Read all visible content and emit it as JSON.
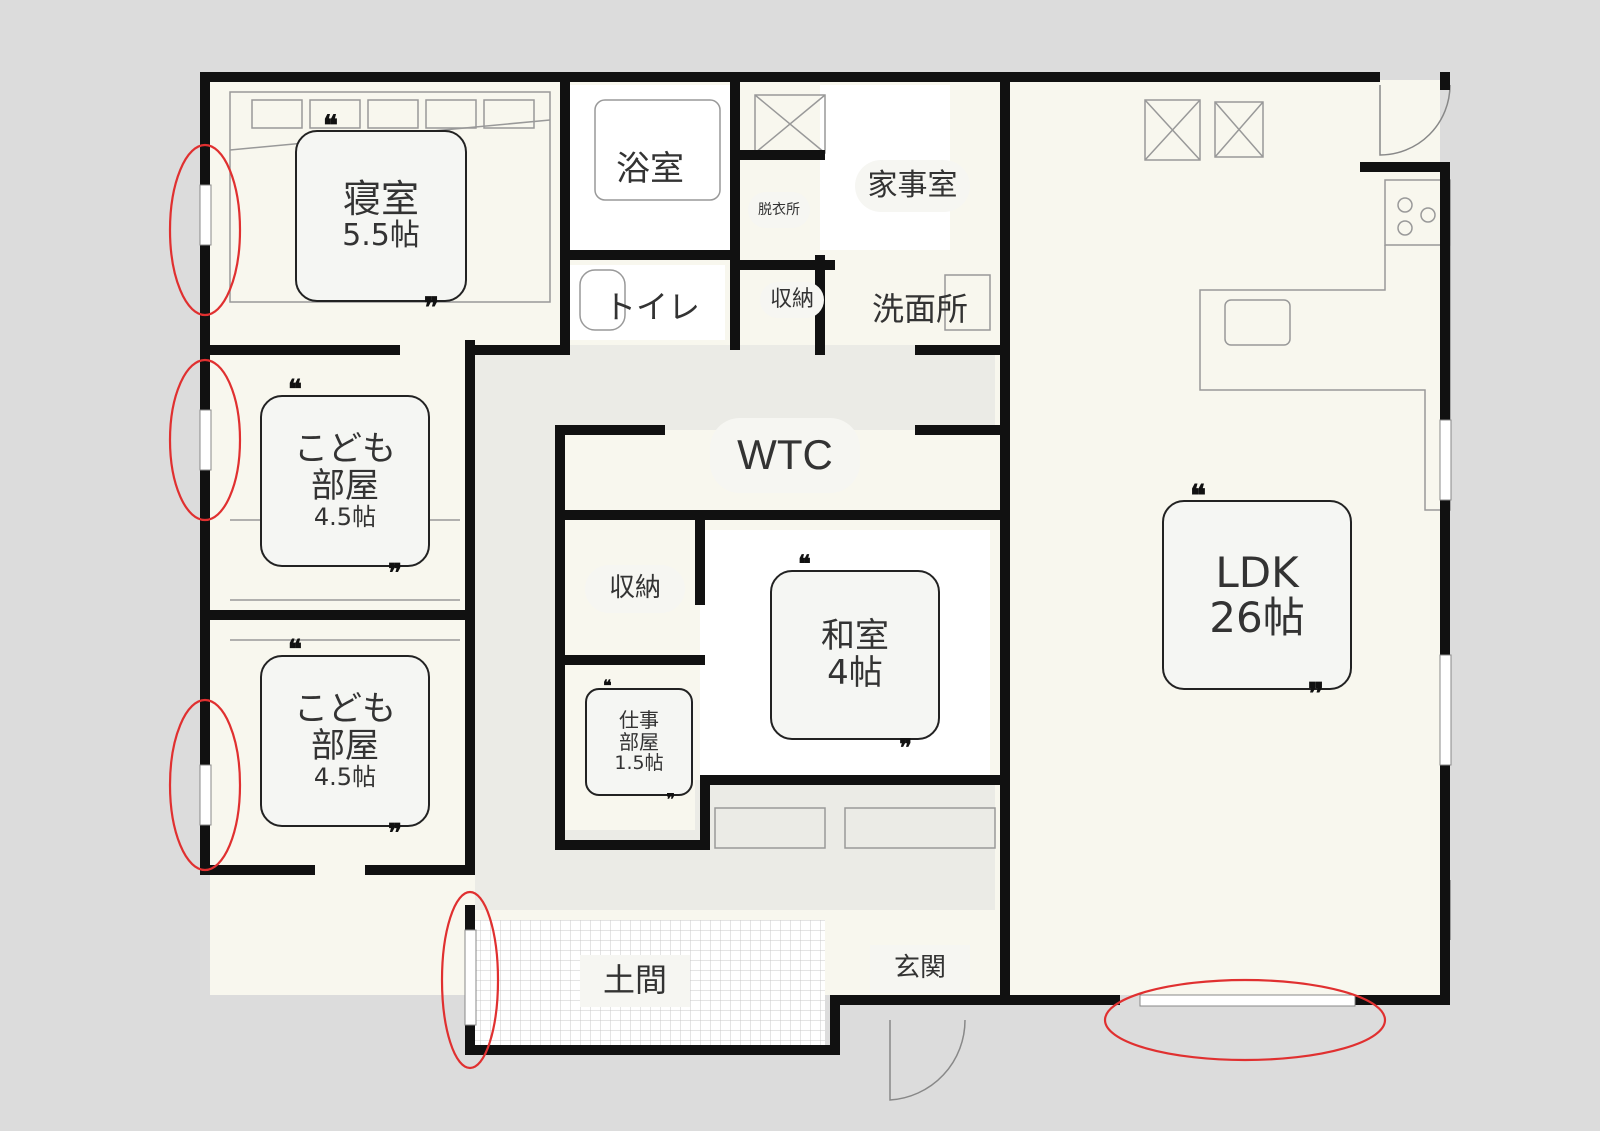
{
  "rooms": {
    "bedroom": {
      "name": "寝室",
      "size": "5.5帖"
    },
    "kids1": {
      "name_line1": "こども",
      "name_line2": "部屋",
      "size": "4.5帖"
    },
    "kids2": {
      "name_line1": "こども",
      "name_line2": "部屋",
      "size": "4.5帖"
    },
    "bath": {
      "name": "浴室"
    },
    "dressing": {
      "name": "脱衣所"
    },
    "housework": {
      "name": "家事室"
    },
    "toilet": {
      "name": "トイレ"
    },
    "storage_small": {
      "name": "収納"
    },
    "washroom": {
      "name": "洗面所"
    },
    "wtc": {
      "name": "WTC"
    },
    "storage_mid": {
      "name": "収納"
    },
    "japanese": {
      "name": "和室",
      "size": "4帖"
    },
    "office": {
      "name_line1": "仕事",
      "name_line2": "部屋",
      "size": "1.5帖"
    },
    "ldk": {
      "name": "LDK",
      "size": "26帖"
    },
    "doma": {
      "name": "土間"
    },
    "entrance": {
      "name": "玄関"
    }
  },
  "quote_open": "❝",
  "quote_close": "❞",
  "colors": {
    "background": "#dcdcdc",
    "floor": "#f8f7ee",
    "corridor": "#ebebe6",
    "wall": "#111111",
    "annotation": "#e03030"
  }
}
